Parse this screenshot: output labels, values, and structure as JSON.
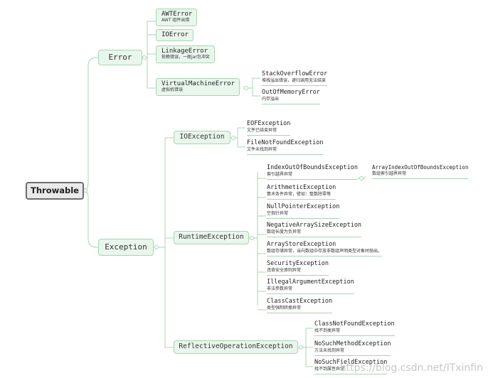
{
  "root": {
    "label": "Throwable"
  },
  "error": {
    "label": "Error",
    "children": [
      {
        "name": "AWTError",
        "note": "AWT 组件出错"
      },
      {
        "name": "IOError",
        "note": ""
      },
      {
        "name": "LinkageError",
        "note": "依赖错误，一般jar包冲突"
      },
      {
        "name": "VirtualMachineError",
        "note": "虚拟机错误"
      }
    ],
    "vm_children": [
      {
        "name": "StackOverflowError",
        "note": "堆栈溢出错误，递归调用无法结束"
      },
      {
        "name": "OutOfMemoryError",
        "note": "内存溢出"
      }
    ]
  },
  "exception": {
    "label": "Exception",
    "io": {
      "label": "IOException",
      "children": [
        {
          "name": "EOFException",
          "note": "文件已结束异常"
        },
        {
          "name": "FileNotFoundException",
          "note": "文件未找到异常"
        }
      ]
    },
    "runtime": {
      "label": "RuntimeException",
      "children": [
        {
          "name": "IndexOutOfBoundsException",
          "note": "索引越界异常"
        },
        {
          "name": "ArithmeticException",
          "note": "算术条件异常，譬如：整数除零等"
        },
        {
          "name": "NullPointerException",
          "note": "空指针异常"
        },
        {
          "name": "NegativeArraySizeException",
          "note": "数组长度为负异常"
        },
        {
          "name": "ArrayStoreException",
          "note": "数组存储异常，当向数组中存放非数组声明类型对象时抛出。"
        },
        {
          "name": "SecurityException",
          "note": "违背安全原则异常"
        },
        {
          "name": "IllegalArgumentException",
          "note": "非法参数异常"
        },
        {
          "name": "ClassCastException",
          "note": "类型强制转换异常"
        }
      ],
      "index_child": {
        "name": "ArrayIndexOutOfBoundsException",
        "note": "数组索引越界异常"
      }
    },
    "reflective": {
      "label": "ReflectiveOperationException",
      "children": [
        {
          "name": "ClassNotFoundException",
          "note": "找不到类异常"
        },
        {
          "name": "NoSuchMethodException",
          "note": "方法未找到异常"
        },
        {
          "name": "NoSuchFieldException",
          "note": "找不到属性异常"
        }
      ]
    }
  },
  "watermark": "https://blog.csdn.net/ITxinfin",
  "colors": {
    "branch": "#a8d5b0",
    "node_fill": "#e9f6ec",
    "root_border": "#6d6d6d"
  }
}
